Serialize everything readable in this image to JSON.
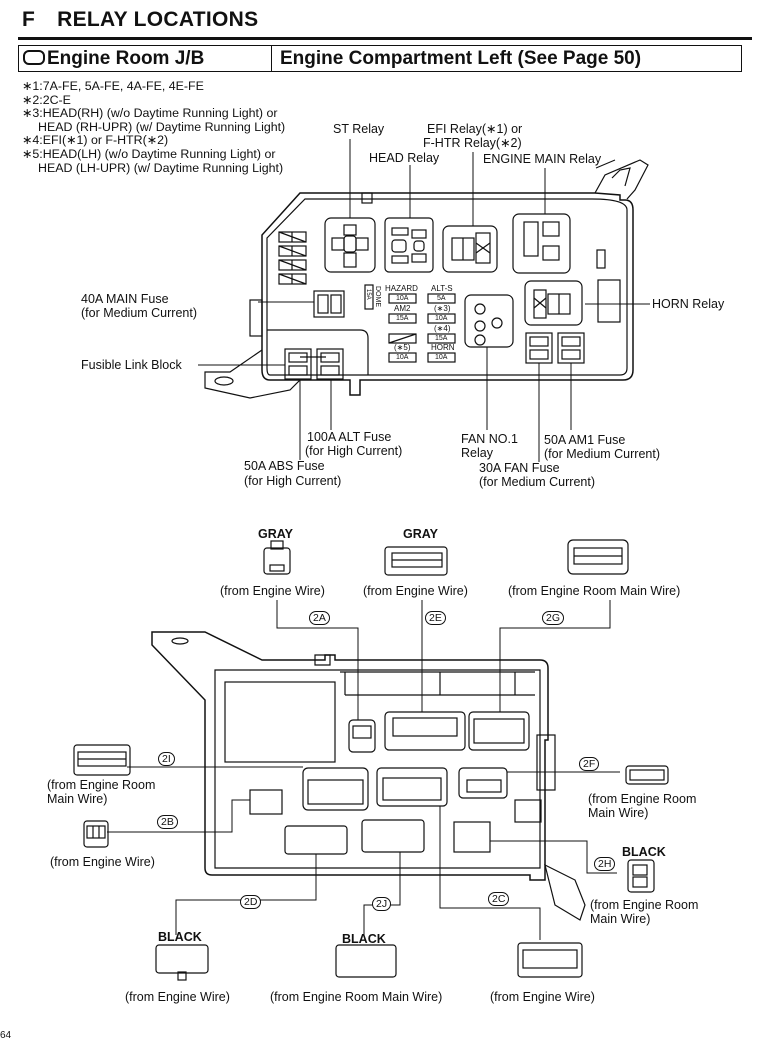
{
  "header": {
    "section_letter": "F",
    "section_title": "RELAY LOCATIONS",
    "location_symbol": "rounded-rectangle-symbol",
    "location_name": "Engine Room J/B",
    "location_detail": "Engine Compartment Left (See Page 50)"
  },
  "notes": [
    {
      "text": "∗1:7A-FE, 5A-FE, 4A-FE, 4E-FE"
    },
    {
      "text": "∗2:2C-E"
    },
    {
      "text": "∗3:HEAD(RH) (w/o Daytime Running Light) or"
    },
    {
      "text": "HEAD (RH-UPR) (w/ Daytime Running Light)",
      "indent": true
    },
    {
      "text": "∗4:EFI(∗1) or F-HTR(∗2)"
    },
    {
      "text": "∗5:HEAD(LH) (w/o Daytime Running Light) or"
    },
    {
      "text": "HEAD (LH-UPR) (w/ Daytime Running Light)",
      "indent": true
    }
  ],
  "top_diagram": {
    "relays": {
      "st": "ST Relay",
      "head": "HEAD Relay",
      "efi_line1": "EFI Relay(∗1) or",
      "efi_line2": "F-HTR Relay(∗2)",
      "engine_main": "ENGINE MAIN Relay",
      "horn": "HORN Relay",
      "fan1_line1": "FAN NO.1",
      "fan1_line2": "Relay"
    },
    "fuses": {
      "main40_line1": "40A MAIN Fuse",
      "main40_line2": "(for Medium Current)",
      "fusible_link": "Fusible Link Block",
      "alt100_line1": "100A ALT Fuse",
      "alt100_line2": "(for High Current)",
      "abs50_line1": "50A ABS Fuse",
      "abs50_line2": "(for High Current)",
      "am1_line1": "50A AM1 Fuse",
      "am1_line2": "(for Medium Current)",
      "fan30_line1": "30A FAN Fuse",
      "fan30_line2": "(for Medium Current)"
    },
    "mini_fuses": [
      {
        "name": "HAZARD",
        "rating": "10A"
      },
      {
        "name": "ALT-S",
        "rating": "5A"
      },
      {
        "name": "AM2",
        "rating": "15A"
      },
      {
        "name": "(∗3)",
        "rating": "10A"
      },
      {
        "name": "",
        "rating": ""
      },
      {
        "name": "(∗4)",
        "rating": "15A"
      },
      {
        "name": "(∗5)",
        "rating": "10A"
      },
      {
        "name": "HORN",
        "rating": "10A"
      }
    ],
    "dome_fuse": {
      "name": "DOME",
      "rating": "15A"
    }
  },
  "connectors": {
    "2A": {
      "code": "2A",
      "color": "GRAY",
      "source": "(from Engine Wire)"
    },
    "2E": {
      "code": "2E",
      "color": "GRAY",
      "source": "(from Engine Wire)"
    },
    "2G": {
      "code": "2G",
      "color": "",
      "source": "(from Engine Room Main Wire)"
    },
    "2I": {
      "code": "2I",
      "color": "",
      "source_line1": "(from Engine Room",
      "source_line2": "Main Wire)"
    },
    "2B": {
      "code": "2B",
      "color": "",
      "source": "(from Engine Wire)"
    },
    "2F": {
      "code": "2F",
      "color": "",
      "source_line1": "(from Engine Room",
      "source_line2": "Main Wire)"
    },
    "2H": {
      "code": "2H",
      "color": "BLACK",
      "source_line1": "(from Engine Room",
      "source_line2": "Main Wire)"
    },
    "2D": {
      "code": "2D",
      "color": "BLACK",
      "source": "(from Engine Wire)"
    },
    "2J": {
      "code": "2J",
      "color": "BLACK",
      "source": "(from Engine Room Main Wire)"
    },
    "2C": {
      "code": "2C",
      "color": "",
      "source": "(from Engine Wire)"
    }
  },
  "page_mark": "64"
}
